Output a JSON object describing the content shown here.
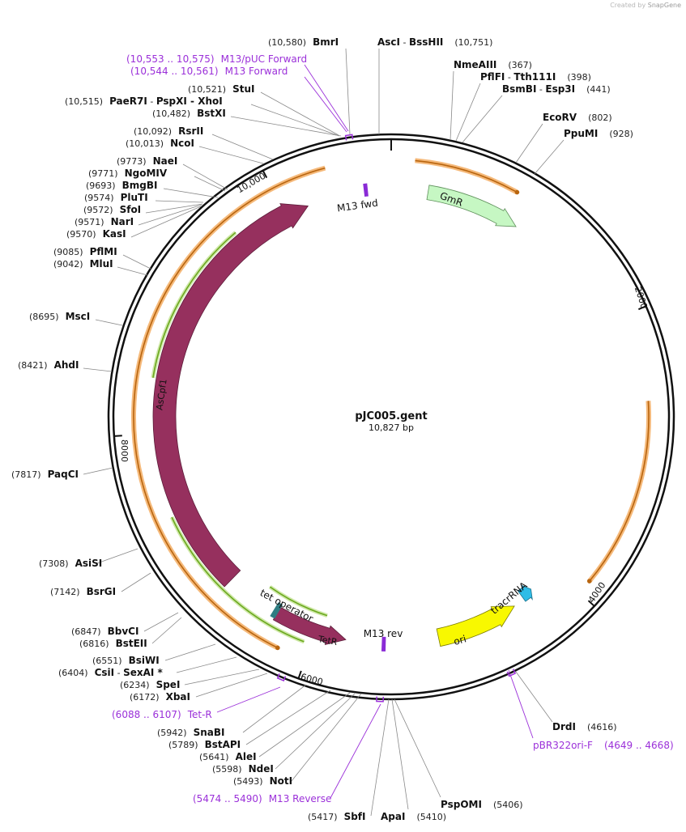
{
  "watermark": {
    "prefix": "Created by",
    "brand": "SnapGene"
  },
  "plasmid": {
    "name": "pJC005.gent",
    "length_label": "10,827 bp",
    "length": 10827
  },
  "ticks": [
    {
      "bp": 2000,
      "label": "2000"
    },
    {
      "bp": 4000,
      "label": "4000"
    },
    {
      "bp": 6000,
      "label": "6000"
    },
    {
      "bp": 8000,
      "label": "8000"
    },
    {
      "bp": 10000,
      "label": "10,000"
    }
  ],
  "sites": [
    {
      "name": "BmrI",
      "pos": "(10,580)"
    },
    {
      "name": "AscI",
      "sep": "-",
      "name2": "BssHII",
      "pos": "(10,751)"
    },
    {
      "name": "NmeAIII",
      "pos": "(367)"
    },
    {
      "name": "PflFI",
      "sep": "-",
      "name2": "Tth111I",
      "pos": "(398)"
    },
    {
      "name": "BsmBI",
      "sep": "-",
      "name2": "Esp3I",
      "pos": "(441)"
    },
    {
      "name": "EcoRV",
      "pos": "(802)"
    },
    {
      "name": "PpuMI",
      "pos": "(928)"
    },
    {
      "name": "StuI",
      "pos": "(10,521)"
    },
    {
      "name": "PaeR7I",
      "sep": "-",
      "name2": "PspXI",
      "sep2": "-",
      "name3": "XhoI",
      "pos": "(10,515)"
    },
    {
      "name": "BstXI",
      "pos": "(10,482)"
    },
    {
      "name": "RsrII",
      "pos": "(10,092)"
    },
    {
      "name": "NcoI",
      "pos": "(10,013)"
    },
    {
      "name": "NaeI",
      "pos": "(9773)"
    },
    {
      "name": "NgoMIV",
      "pos": "(9771)"
    },
    {
      "name": "BmgBI",
      "pos": "(9693)"
    },
    {
      "name": "PluTI",
      "pos": "(9574)"
    },
    {
      "name": "SfoI",
      "pos": "(9572)"
    },
    {
      "name": "NarI",
      "pos": "(9571)"
    },
    {
      "name": "KasI",
      "pos": "(9570)"
    },
    {
      "name": "PflMI",
      "pos": "(9085)"
    },
    {
      "name": "MluI",
      "pos": "(9042)"
    },
    {
      "name": "MscI",
      "pos": "(8695)"
    },
    {
      "name": "AhdI",
      "pos": "(8421)"
    },
    {
      "name": "PaqCI",
      "pos": "(7817)"
    },
    {
      "name": "AsiSI",
      "pos": "(7308)"
    },
    {
      "name": "BsrGI",
      "pos": "(7142)"
    },
    {
      "name": "BbvCI",
      "pos": "(6847)"
    },
    {
      "name": "BstEII",
      "pos": "(6816)"
    },
    {
      "name": "BsiWI",
      "pos": "(6551)"
    },
    {
      "name": "CsiI",
      "sep": "-",
      "name2": "SexAI",
      "sep2": "*",
      "pos": "(6404)"
    },
    {
      "name": "SpeI",
      "pos": "(6234)"
    },
    {
      "name": "XbaI",
      "pos": "(6172)"
    },
    {
      "name": "SnaBI",
      "pos": "(5942)"
    },
    {
      "name": "BstAPI",
      "pos": "(5789)"
    },
    {
      "name": "AleI",
      "pos": "(5641)"
    },
    {
      "name": "NdeI",
      "pos": "(5598)"
    },
    {
      "name": "NotI",
      "pos": "(5493)"
    },
    {
      "name": "SbfI",
      "pos": "(5417)"
    },
    {
      "name": "ApaI",
      "pos": "(5410)"
    },
    {
      "name": "PspOMI",
      "pos": "(5406)"
    },
    {
      "name": "DrdI",
      "pos": "(4616)"
    }
  ],
  "primers": [
    {
      "range": "(10,553 .. 10,575)",
      "name": "M13/pUC Forward"
    },
    {
      "range": "(10,544 .. 10,561)",
      "name": "M13 Forward"
    },
    {
      "range": "(6088 .. 6107)",
      "name": "Tet-R"
    },
    {
      "range": "(5474 .. 5490)",
      "name": "M13 Reverse"
    },
    {
      "name": "pBR322ori-F",
      "range": "(4649 .. 4668)"
    }
  ],
  "features": [
    {
      "label": "GmR",
      "color": "#c6f7c3"
    },
    {
      "label": "AsCpf1",
      "color": "#96305e"
    },
    {
      "label": "TetR",
      "color": "#96305e"
    },
    {
      "label": "ori",
      "color": "#f8f800"
    },
    {
      "label": "tracrRNA",
      "color": "#2fbce6"
    },
    {
      "label": "tet operator",
      "color": "#2f7d82"
    },
    {
      "label": "M13 fwd",
      "color": "#8a2bd6"
    },
    {
      "label": "M13 rev",
      "color": "#8a2bd6"
    }
  ],
  "colors": {
    "primer": "#9b30d9",
    "orf_outline": "#f5b97a",
    "orf_arrow": "#b8650f",
    "orf_green": "#6aa81e"
  }
}
